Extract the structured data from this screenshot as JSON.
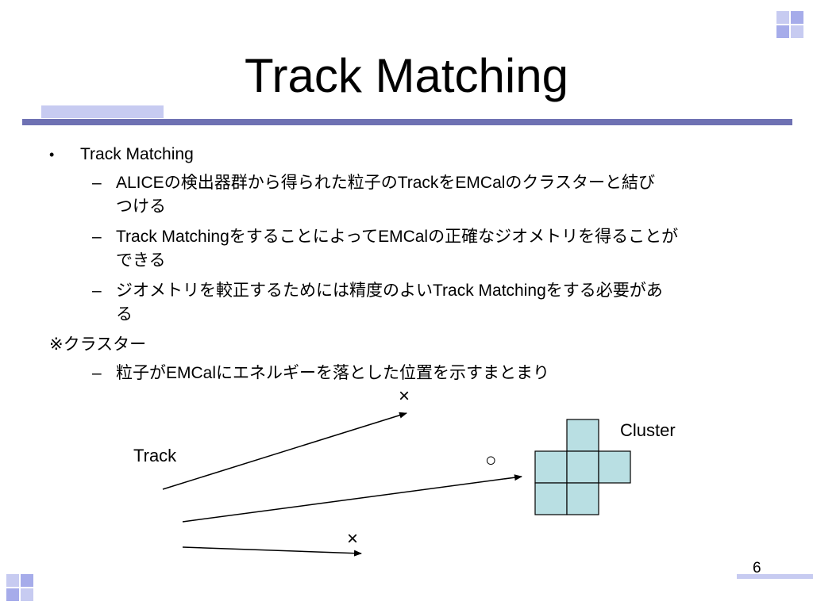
{
  "slide": {
    "title": "Track Matching",
    "bullets": {
      "b1": "Track Matching",
      "s1_l1": "ALICEの検出器群から得られた粒子のTrackをEMCalのクラスターと結び",
      "s1_l2": "つける",
      "s2_l1": "Track MatchingをすることによってEMCalの正確なジオメトリを得ることが",
      "s2_l2": "できる",
      "s3_l1": "ジオメトリを較正するためには精度のよいTrack Matchingをする必要があ",
      "s3_l2": "る",
      "note": "※クラスター",
      "s4_l1": "粒子がEMCalにエネルギーを落とした位置を示すまとまり"
    },
    "bullet_glyph": "•",
    "dash_glyph": "–",
    "page_number": "6"
  },
  "diagram": {
    "track_label": "Track",
    "cluster_label": "Cluster",
    "miss_mark_top": "×",
    "miss_mark_bottom": "×",
    "hit_mark": "○"
  },
  "colors": {
    "accent_light": "#c7cbf1",
    "accent_mid": "#a6acea",
    "accent_dark": "#6e71b3",
    "cluster_cell": "#b9dfe3"
  }
}
